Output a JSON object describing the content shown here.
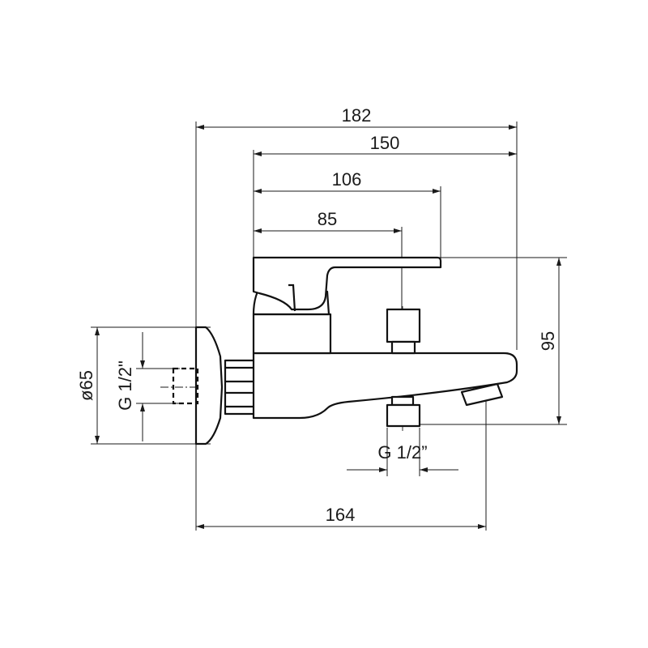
{
  "dimensions": {
    "overall_width": "182",
    "body_width": "150",
    "lever_length": "106",
    "diverter_position": "85",
    "height": "95",
    "flange_diameter": "ø65",
    "inlet_thread": "G 1/2\"",
    "outlet_thread": "G 1/2”",
    "spout_reach": "164"
  },
  "colors": {
    "line": "#111111",
    "background": "#ffffff"
  }
}
